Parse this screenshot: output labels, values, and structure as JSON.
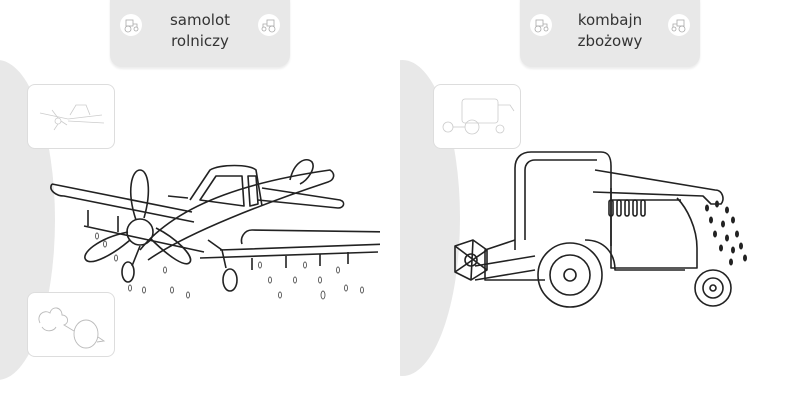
{
  "left_page": {
    "title_line1": "samolot",
    "title_line2": "rolniczy",
    "badge_icon": "tractor-icon",
    "thumbnails": [
      "plane-icon",
      "beetroot-icon"
    ],
    "illustration": "crop-duster-plane"
  },
  "right_page": {
    "title_line1": "kombajn",
    "title_line2": "zbożowy",
    "badge_icon": "tractor-icon",
    "thumbnails": [
      "combine-harvester-icon"
    ],
    "illustration": "combine-harvester"
  },
  "colors": {
    "panel": "#e8e8e8",
    "line": "#222222"
  }
}
